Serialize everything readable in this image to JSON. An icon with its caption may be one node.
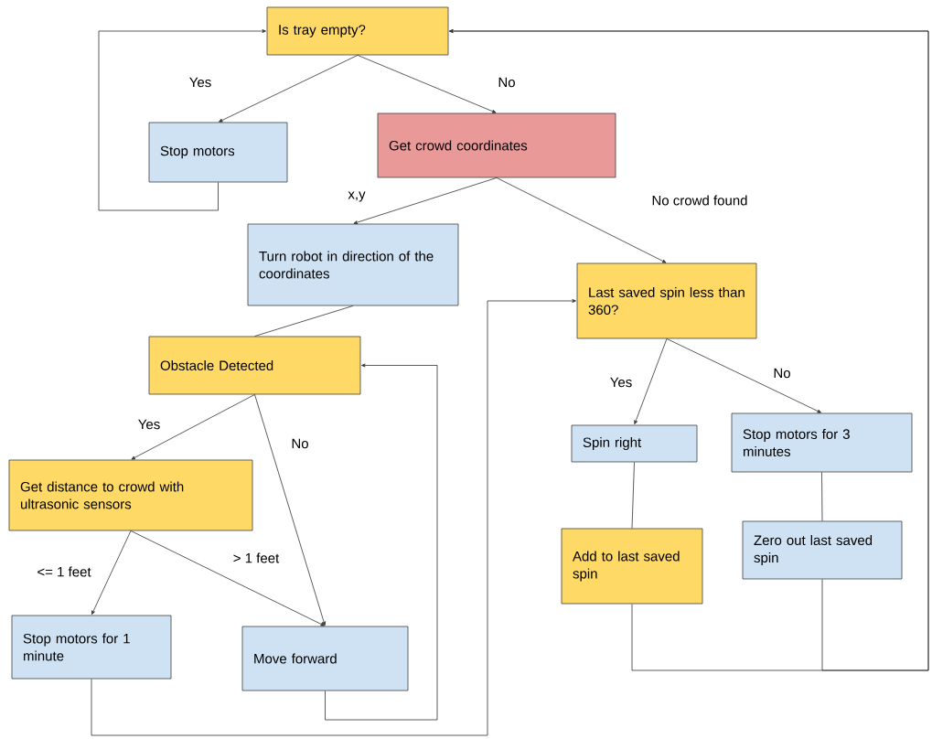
{
  "diagram": {
    "nodes": [
      {
        "text": [
          "Is tray empty?"
        ]
      },
      {
        "text": [
          "Stop motors"
        ]
      },
      {
        "text": [
          "Get crowd coordinates"
        ]
      },
      {
        "text": [
          "Turn robot in direction of the coordinates"
        ]
      },
      {
        "text": [
          "Obstacle Detected"
        ]
      },
      {
        "text": [
          "Last saved spin less than 360?"
        ]
      },
      {
        "text": [
          "Get distance to crowd with ultrasonic sensors"
        ]
      },
      {
        "text": [
          "Stop motors for 1 minute"
        ]
      },
      {
        "text": [
          "Move forward"
        ]
      },
      {
        "text": [
          "Spin right"
        ]
      },
      {
        "text": [
          "Stop motors for 3 minutes"
        ]
      },
      {
        "text": [
          "Add to last saved spin"
        ]
      },
      {
        "text": [
          "Zero out last saved spin"
        ]
      }
    ],
    "edges": [
      {
        "from": 0,
        "to": 1,
        "arrow": "to",
        "label": "Yes"
      },
      {
        "from": 0,
        "to": 2,
        "arrow": "to",
        "label": "No"
      },
      {
        "from": 1,
        "to": 0,
        "arrow": "to"
      },
      {
        "from": 2,
        "to": 3,
        "arrow": "to",
        "label": "x,y"
      },
      {
        "from": 2,
        "to": 5,
        "arrow": "to",
        "label": "No crowd found"
      },
      {
        "from": 3,
        "to": 4,
        "arrow": "none"
      },
      {
        "from": 4,
        "to": 6,
        "arrow": "to",
        "label": "Yes"
      },
      {
        "from": 4,
        "to": 8,
        "arrow": "to",
        "label": "No"
      },
      {
        "from": 6,
        "to": 7,
        "arrow": "to",
        "label": "<= 1 feet"
      },
      {
        "from": 6,
        "to": 8,
        "arrow": "to",
        "label": "> 1 feet"
      },
      {
        "from": 8,
        "to": 4,
        "arrow": "to"
      },
      {
        "from": 5,
        "to": 9,
        "arrow": "to",
        "label": "Yes"
      },
      {
        "from": 5,
        "to": 10,
        "arrow": "to",
        "label": "No"
      },
      {
        "from": 9,
        "to": 11,
        "arrow": "none"
      },
      {
        "from": 10,
        "to": 12,
        "arrow": "none"
      },
      {
        "from": 11,
        "to": 0,
        "arrow": "to"
      },
      {
        "from": 12,
        "to": 0,
        "arrow": "to"
      },
      {
        "from": 7,
        "to": 5,
        "arrow": "to"
      }
    ]
  }
}
